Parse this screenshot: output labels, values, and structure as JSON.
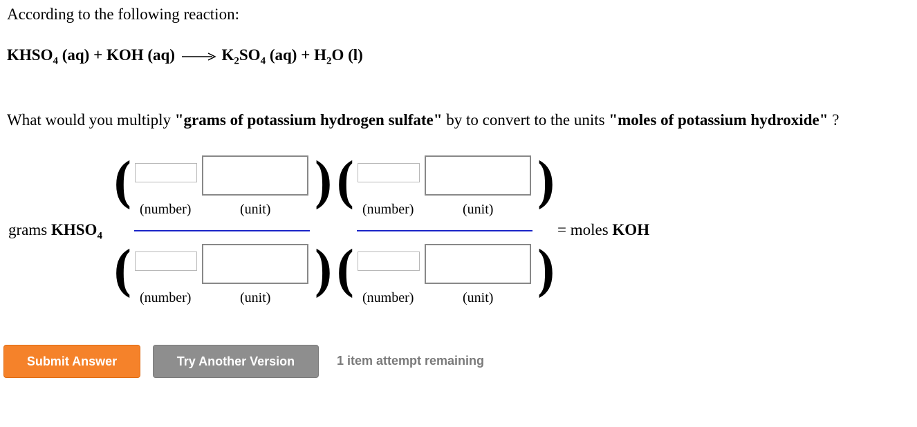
{
  "intro": "According to the following reaction:",
  "reaction": {
    "reactant1_base": "KHSO",
    "reactant1_sub": "4",
    "reactant1_state": "(aq)",
    "plus1": "+",
    "reactant2": "KOH",
    "reactant2_state": "(aq)",
    "product1_k": "K",
    "product1_sub1": "2",
    "product1_so": "SO",
    "product1_sub2": "4",
    "product1_state": "(aq)",
    "plus2": "+",
    "product2_h": "H",
    "product2_sub": "2",
    "product2_o": "O",
    "product2_state": "(l)"
  },
  "question": {
    "part1": "What would you multiply ",
    "from_units": "\"grams of potassium hydrogen sulfate\"",
    "part2": " by to convert to the units ",
    "to_units": "\"moles of potassium hydroxide\"",
    "part3": " ?"
  },
  "conversion": {
    "start_prefix": "grams ",
    "start_formula": "KHSO",
    "start_sub": "4",
    "result_prefix": "= moles ",
    "result_formula": "KOH",
    "number_label": "(number)",
    "unit_label": "(unit)",
    "inputs": {
      "f1_num_number": "",
      "f1_num_unit": "",
      "f1_den_number": "",
      "f1_den_unit": "",
      "f2_num_number": "",
      "f2_num_unit": "",
      "f2_den_number": "",
      "f2_den_unit": ""
    }
  },
  "actions": {
    "submit_label": "Submit Answer",
    "try_another_label": "Try Another Version",
    "attempts_text": "1 item attempt remaining"
  },
  "colors": {
    "submit": "#f5822a",
    "try_another": "#8e8e8e",
    "fraction_line": "#1a24c8",
    "attempts_text": "#7a7a7a"
  }
}
